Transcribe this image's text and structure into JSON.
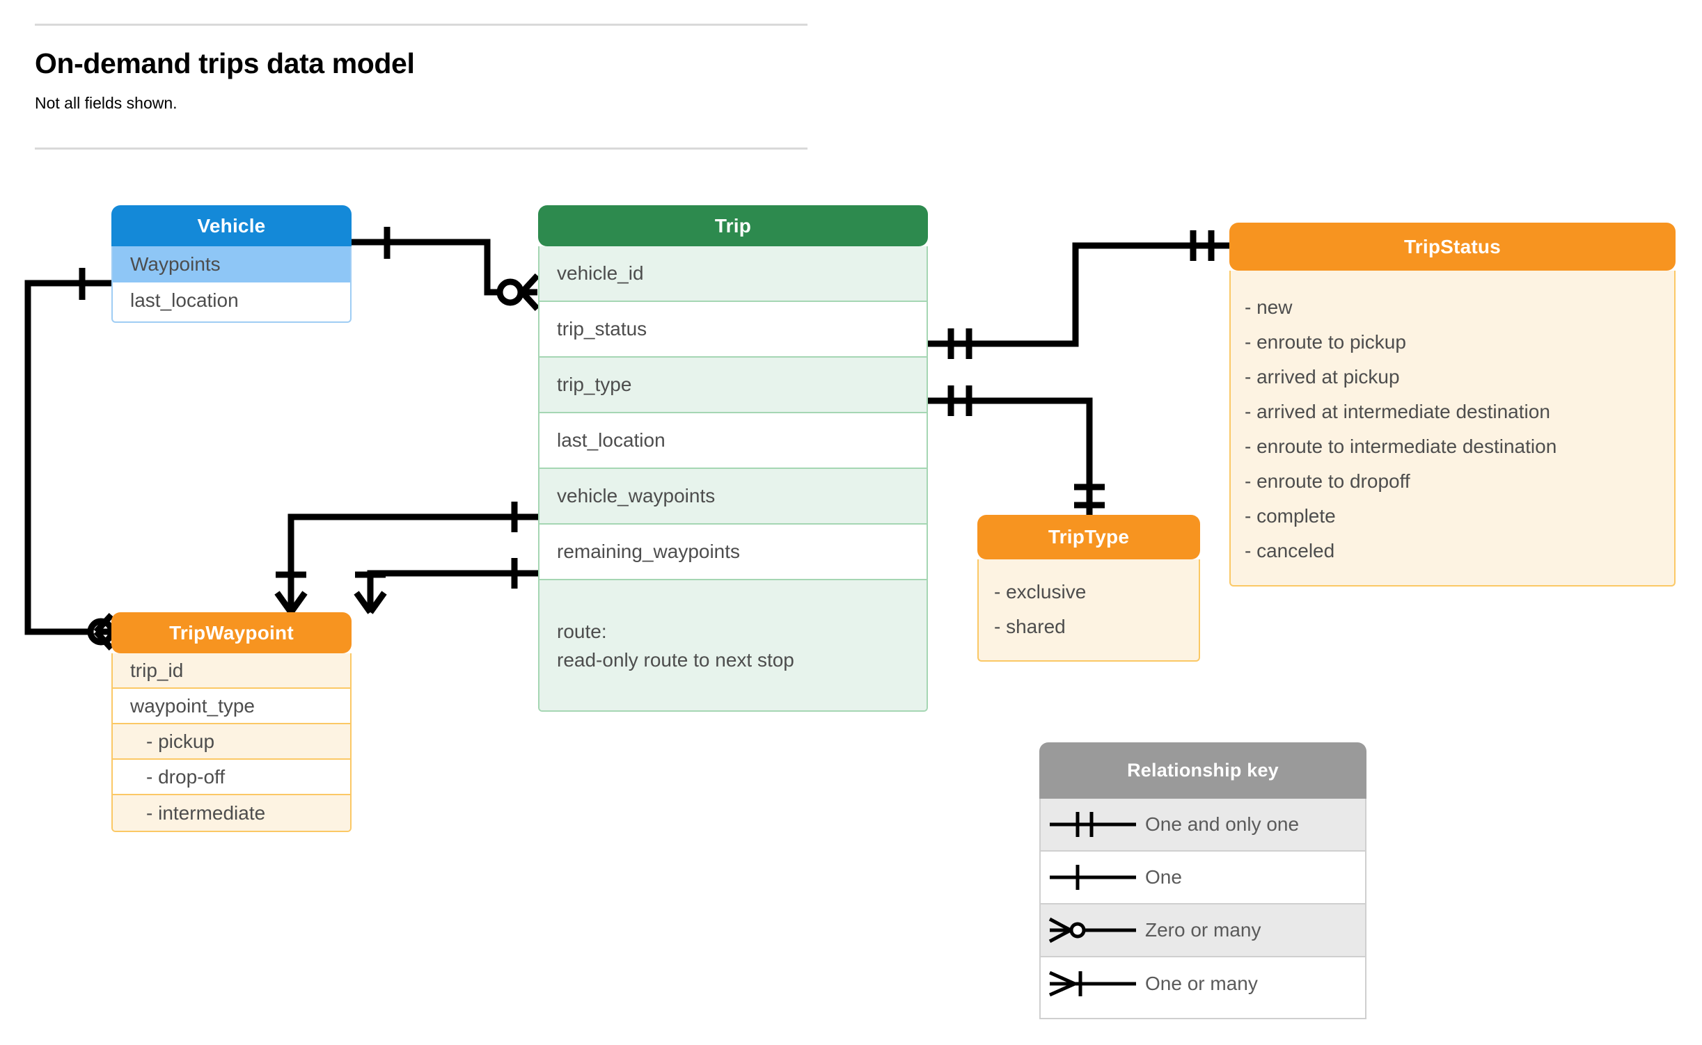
{
  "header": {
    "title": "On-demand trips data model",
    "subtitle": "Not all fields shown."
  },
  "entities": {
    "vehicle": {
      "name": "Vehicle",
      "header_color": "#1489d8",
      "fields": [
        {
          "label": "Waypoints"
        },
        {
          "label": "last_location"
        }
      ]
    },
    "trip": {
      "name": "Trip",
      "header_color": "#2d8a4e",
      "fields": [
        {
          "label": "vehicle_id"
        },
        {
          "label": "trip_status"
        },
        {
          "label": "trip_type"
        },
        {
          "label": "last_location"
        },
        {
          "label": "vehicle_waypoints"
        },
        {
          "label": "remaining_waypoints"
        }
      ],
      "route_field": {
        "line1": "route:",
        "line2": "read-only route to next stop"
      }
    },
    "tripwaypoint": {
      "name": "TripWaypoint",
      "header_color": "#f79420",
      "fields": [
        {
          "label": "trip_id"
        },
        {
          "label": "waypoint_type"
        },
        {
          "label": "-  pickup"
        },
        {
          "label": "-  drop-off"
        },
        {
          "label": "-  intermediate"
        }
      ]
    },
    "tripstatus": {
      "name": "TripStatus",
      "header_color": "#f79420",
      "values": [
        "- new",
        "- enroute to pickup",
        "- arrived at pickup",
        "- arrived at intermediate destination",
        "- enroute to intermediate destination",
        "- enroute to dropoff",
        "- complete",
        "- canceled"
      ]
    },
    "triptype": {
      "name": "TripType",
      "header_color": "#f79420",
      "values": [
        "- exclusive",
        "- shared"
      ]
    }
  },
  "legend": {
    "title": "Relationship key",
    "header_color": "#9a9a9a",
    "rows": [
      {
        "symbol": "one-and-only-one",
        "label": "One and only one"
      },
      {
        "symbol": "one",
        "label": "One"
      },
      {
        "symbol": "zero-or-many",
        "label": "Zero or many"
      },
      {
        "symbol": "one-or-many",
        "label": "One or many"
      }
    ]
  },
  "relationships": [
    {
      "from": "Vehicle",
      "from_cardinality": "one",
      "to": "Trip.vehicle_id",
      "to_cardinality": "zero-or-many"
    },
    {
      "from": "Vehicle.Waypoints",
      "from_cardinality": "one",
      "to": "TripWaypoint",
      "to_cardinality": "zero-or-many"
    },
    {
      "from": "Trip.trip_status",
      "from_cardinality": "one-and-only-one",
      "to": "TripStatus",
      "to_cardinality": "one-and-only-one"
    },
    {
      "from": "Trip.trip_type",
      "from_cardinality": "one-and-only-one",
      "to": "TripType",
      "to_cardinality": "one-and-only-one"
    },
    {
      "from": "Trip.vehicle_waypoints",
      "from_cardinality": "one",
      "to": "TripWaypoint",
      "to_cardinality": "one-or-many"
    },
    {
      "from": "Trip.remaining_waypoints",
      "from_cardinality": "one",
      "to": "TripWaypoint",
      "to_cardinality": "one-or-many"
    }
  ]
}
